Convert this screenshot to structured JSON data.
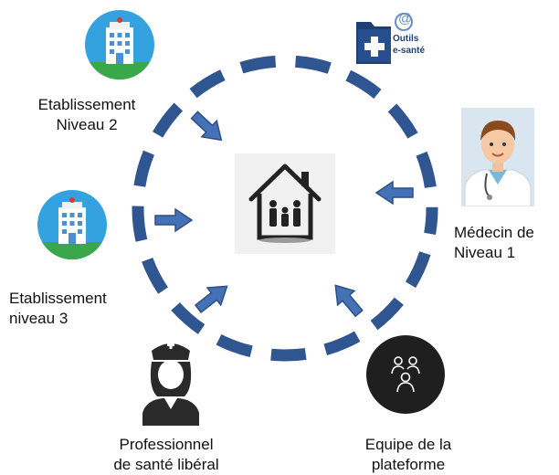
{
  "labels": {
    "etab2": "Etablissement\nNiveau 2",
    "etab3": "Etablissement\nniveau 3",
    "medecin": "Médecin de\nNiveau 1",
    "professionnel": "Professionnel\nde santé libéral",
    "equipe": "Equipe de la\nplateforme"
  },
  "outils": {
    "line1": "Outils",
    "line2": "e-santé",
    "at_symbol": "@"
  },
  "icons": {
    "hospital": "hospital-icon",
    "home": "family-house-icon",
    "doctor": "doctor-icon",
    "nurse": "nurse-icon",
    "team": "team-icon",
    "outils": "medical-folder-icon"
  },
  "colors": {
    "ring": "#2f5690",
    "arrow_fill": "#4572b7",
    "arrow_stroke": "#2d4f86"
  }
}
